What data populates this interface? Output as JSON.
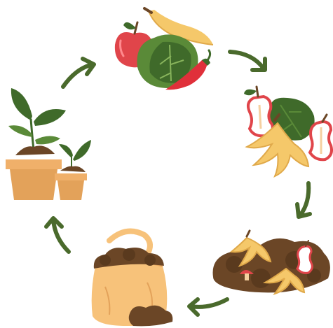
{
  "illustration": {
    "stages": [
      {
        "id": "fresh-produce",
        "items": [
          "apple",
          "banana",
          "cabbage",
          "chili-pepper"
        ]
      },
      {
        "id": "food-scraps",
        "items": [
          "apple-core",
          "banana-peel",
          "cabbage-leaf"
        ]
      },
      {
        "id": "decomposing-soil",
        "items": [
          "soil-mound",
          "banana-peel",
          "apple-core",
          "mushroom"
        ]
      },
      {
        "id": "compost-bag",
        "items": [
          "sack",
          "compost"
        ]
      },
      {
        "id": "seedlings",
        "items": [
          "large-pot-plant",
          "small-pot-plant"
        ]
      }
    ],
    "arrow_icon": "curved-cycle-arrow",
    "colors": {
      "arrow": "#4a6a2c",
      "apple": "#e0454a",
      "banana": "#f5c86a",
      "leaf": "#3f6a2a",
      "soil": "#6b4626",
      "pot": "#e3a25a",
      "sack": "#f7c27a"
    }
  }
}
